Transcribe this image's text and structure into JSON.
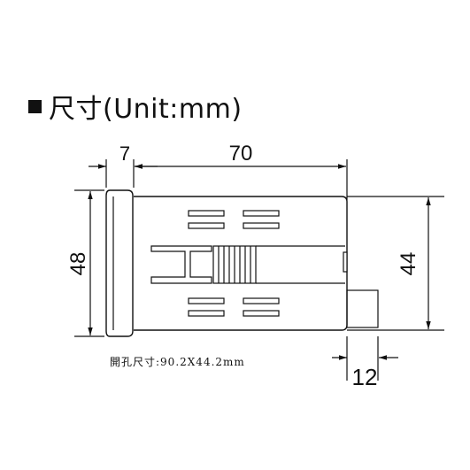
{
  "heading": {
    "title": "尺寸(Unit:mm)"
  },
  "dimensions": {
    "front_thickness": "7",
    "body_length": "70",
    "front_height": "48",
    "body_height": "44",
    "terminal_depth": "12"
  },
  "cutout_note": "開孔尺寸:90.2X44.2mm"
}
